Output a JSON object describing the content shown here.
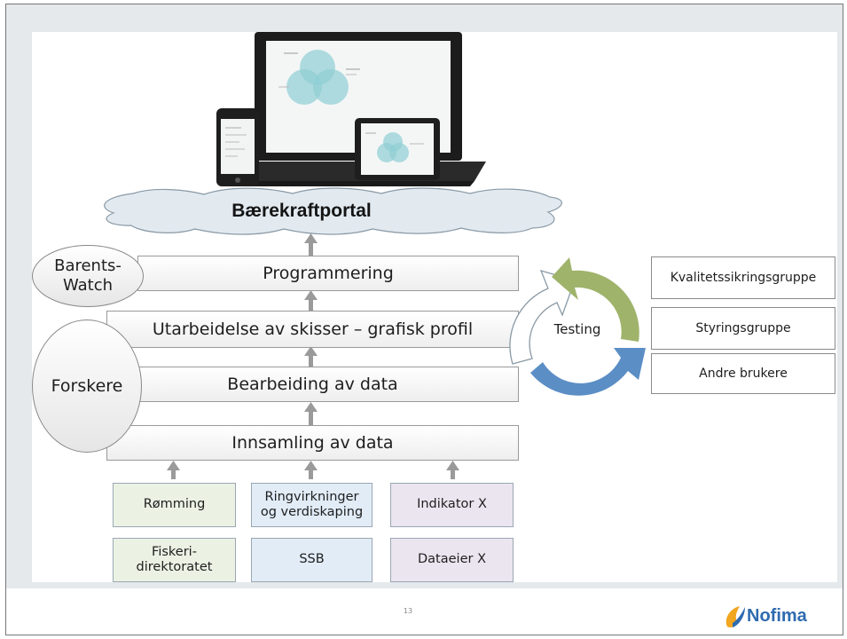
{
  "portal": {
    "label": "Bærekraftportal"
  },
  "layers": [
    {
      "label": "Programmering"
    },
    {
      "label": "Utarbeidelse av skisser – grafisk profil"
    },
    {
      "label": "Bearbeiding av data"
    },
    {
      "label": "Innsamling av data"
    }
  ],
  "actors": {
    "barentswatch": {
      "line1": "Barents-",
      "line2": "Watch"
    },
    "forskere": {
      "label": "Forskere"
    }
  },
  "sources": {
    "row1": [
      {
        "line1": "Rømming",
        "line2": ""
      },
      {
        "line1": "Ringvirkninger",
        "line2": "og verdiskaping"
      },
      {
        "line1": "Indikator X",
        "line2": ""
      }
    ],
    "row2": [
      {
        "line1": "Fiskeri-",
        "line2": "direktoratet"
      },
      {
        "line1": "SSB",
        "line2": ""
      },
      {
        "line1": "Dataeier X",
        "line2": ""
      }
    ]
  },
  "testing": {
    "label": "Testing"
  },
  "groups": [
    {
      "label": "Kvalitetssikringsgruppe"
    },
    {
      "label": "Styringsgruppe"
    },
    {
      "label": "Andre brukere"
    }
  ],
  "footer": {
    "page_number": "13",
    "logo_text": "Nofima"
  },
  "colors": {
    "cycle_green": "#9fb36b",
    "cycle_blue": "#5b8ec5",
    "logo_blue": "#2e6bb0",
    "source_green": "#ebf2e4",
    "source_blue": "#e1ecf7",
    "source_purple": "#ebe5f0"
  },
  "icons": [
    "laptop-icon",
    "tablet-icon",
    "phone-icon",
    "cloud-icon",
    "arrow-up-icon",
    "cycle-arrow-icon",
    "nofima-logo-icon"
  ]
}
